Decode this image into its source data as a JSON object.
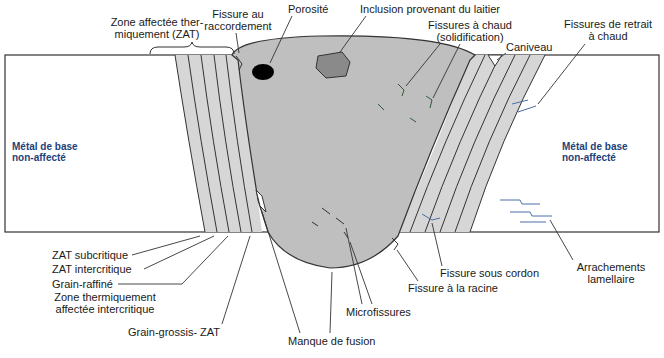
{
  "diagram": {
    "labels": [
      "Zone affectée ther- miquement (ZAT)",
      "Fissure au raccordement",
      "Porosité",
      "Inclusion provenant du laitier",
      "Fissures à chaud (solidification)",
      "Caniveau",
      "Fissures de retrait à chaud",
      "Métal de base non-affecté",
      "Métal de base non-affecté",
      "ZAT subcritique",
      "ZAT intercritique",
      "Grain-raffiné",
      "Zone thermiquement affectée intercritique",
      "Grain-grossis- ZAT",
      "Microfissures",
      "Manque de fusion",
      "Fissure sous cordon",
      "Fissure à la racine",
      "Arrachements lamellaire"
    ]
  }
}
